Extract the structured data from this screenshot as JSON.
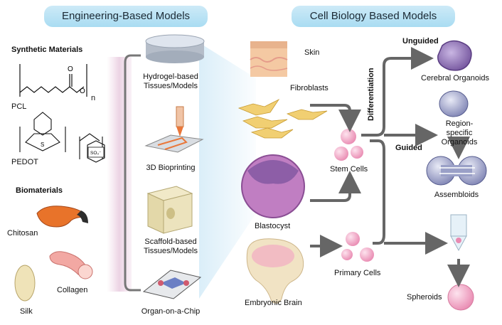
{
  "headers": {
    "engineering": "Engineering-Based Models",
    "cell_biology": "Cell Biology Based Models"
  },
  "materials": {
    "synthetic_title": "Synthetic Materials",
    "pcl": "PCL",
    "pcl_subscript": "n",
    "pedot": "PEDOT",
    "pedot_sulfur": "S",
    "pss_group": "SO₃⁻",
    "biomaterials_title": "Biomaterials",
    "chitosan": "Chitosan",
    "silk": "Silk",
    "collagen": "Collagen"
  },
  "engineering_models": [
    "Hydrogel-based\nTissues/Models",
    "3D Bioprinting",
    "Scaffold-based\nTissues/Models",
    "Organ-on-a-Chip"
  ],
  "cell_sources": {
    "skin": "Skin",
    "fibroblasts": "Fibroblasts",
    "blastocyst": "Blastocyst",
    "embryonic_brain": "Embryonic Brain"
  },
  "cells": {
    "stem_cells": "Stem Cells",
    "primary_cells": "Primary Cells"
  },
  "pathway": {
    "unguided": "Unguided",
    "guided": "Guided",
    "differentiation": "Differentiation"
  },
  "outcomes": {
    "cerebral_organoids": "Cerebral Organoids",
    "region_specific": "Region-specific\nOrganoids",
    "assembloids": "Assembloids",
    "spheroids": "Spheroids"
  },
  "colors": {
    "header_bg": "#a9dcf2",
    "arrow": "#666666",
    "stem_cell": "#f4b6cf",
    "organoid_purple": "#8d6fb0"
  }
}
